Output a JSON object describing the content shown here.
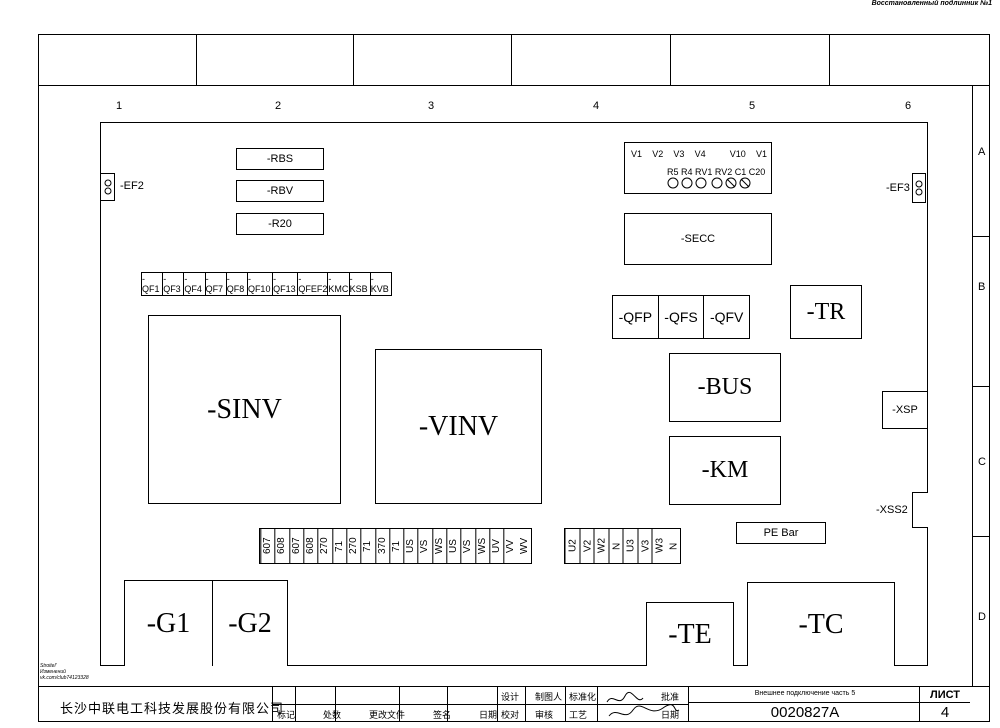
{
  "header_note": "Восстановленный подлинник №1",
  "grid": {
    "columns": [
      "1",
      "2",
      "3",
      "4",
      "5",
      "6"
    ],
    "rows": [
      "A",
      "B",
      "C",
      "D"
    ]
  },
  "components": {
    "ef2": "-EF2",
    "ef3": "-EF3",
    "rbs": "-RBS",
    "rbv": "-RBV",
    "r20": "-R20",
    "breakers": [
      "-QF1",
      "-QF3",
      "-QF4",
      "-QF7",
      "-QF8",
      "-QF10",
      "-QF13",
      "-QFEF2",
      "-KMC",
      "-KSB",
      "-KVB"
    ],
    "sinv": "-SINV",
    "vinv": "-VINV",
    "secc": "-SECC",
    "qfp": "-QFP",
    "qfs": "-QFS",
    "qfv": "-QFV",
    "tr": "-TR",
    "bus": "-BUS",
    "km": "-KM",
    "xsp": "-XSP",
    "xss2": "-XSS2",
    "pe_bar": "PE Bar",
    "g1": "-G1",
    "g2": "-G2",
    "te": "-TE",
    "tc": "-TC"
  },
  "panel_top": {
    "labels": [
      "V1",
      "V2",
      "V3",
      "V4",
      "V10",
      "V1"
    ],
    "label_row2": "R5 R4 RV1 RV2 C1 C20"
  },
  "terminals_left": [
    "607",
    "608",
    "607",
    "608",
    "270",
    "71",
    "270",
    "71",
    "370",
    "71",
    "US",
    "VS",
    "WS",
    "US",
    "VS",
    "WS",
    "UV",
    "VV",
    "WV"
  ],
  "terminals_right": [
    "U2",
    "V2",
    "W2",
    "N",
    "U3",
    "V3",
    "W3",
    "N"
  ],
  "title_block": {
    "company": "长沙中联电工科技发展股份有限公司",
    "note_left_1": "Stroitel'",
    "note_left_2": "Изменений",
    "note_left_3": "vk.com/club74123328",
    "sig_labels_a": [
      "标记",
      "处数",
      "更改文件",
      "签名",
      "日期"
    ],
    "sig_labels_b": [
      "设计",
      "校对"
    ],
    "sig_labels_c": [
      "制图人",
      "审核"
    ],
    "sig_labels_d": [
      "标准化",
      "工艺"
    ],
    "sig_labels_e": [
      "批准",
      "日期"
    ],
    "description": "Внешнее подключение часть 5",
    "drawing_number": "0020827A",
    "sheet_label": "ЛИСТ",
    "sheet_number": "4"
  }
}
